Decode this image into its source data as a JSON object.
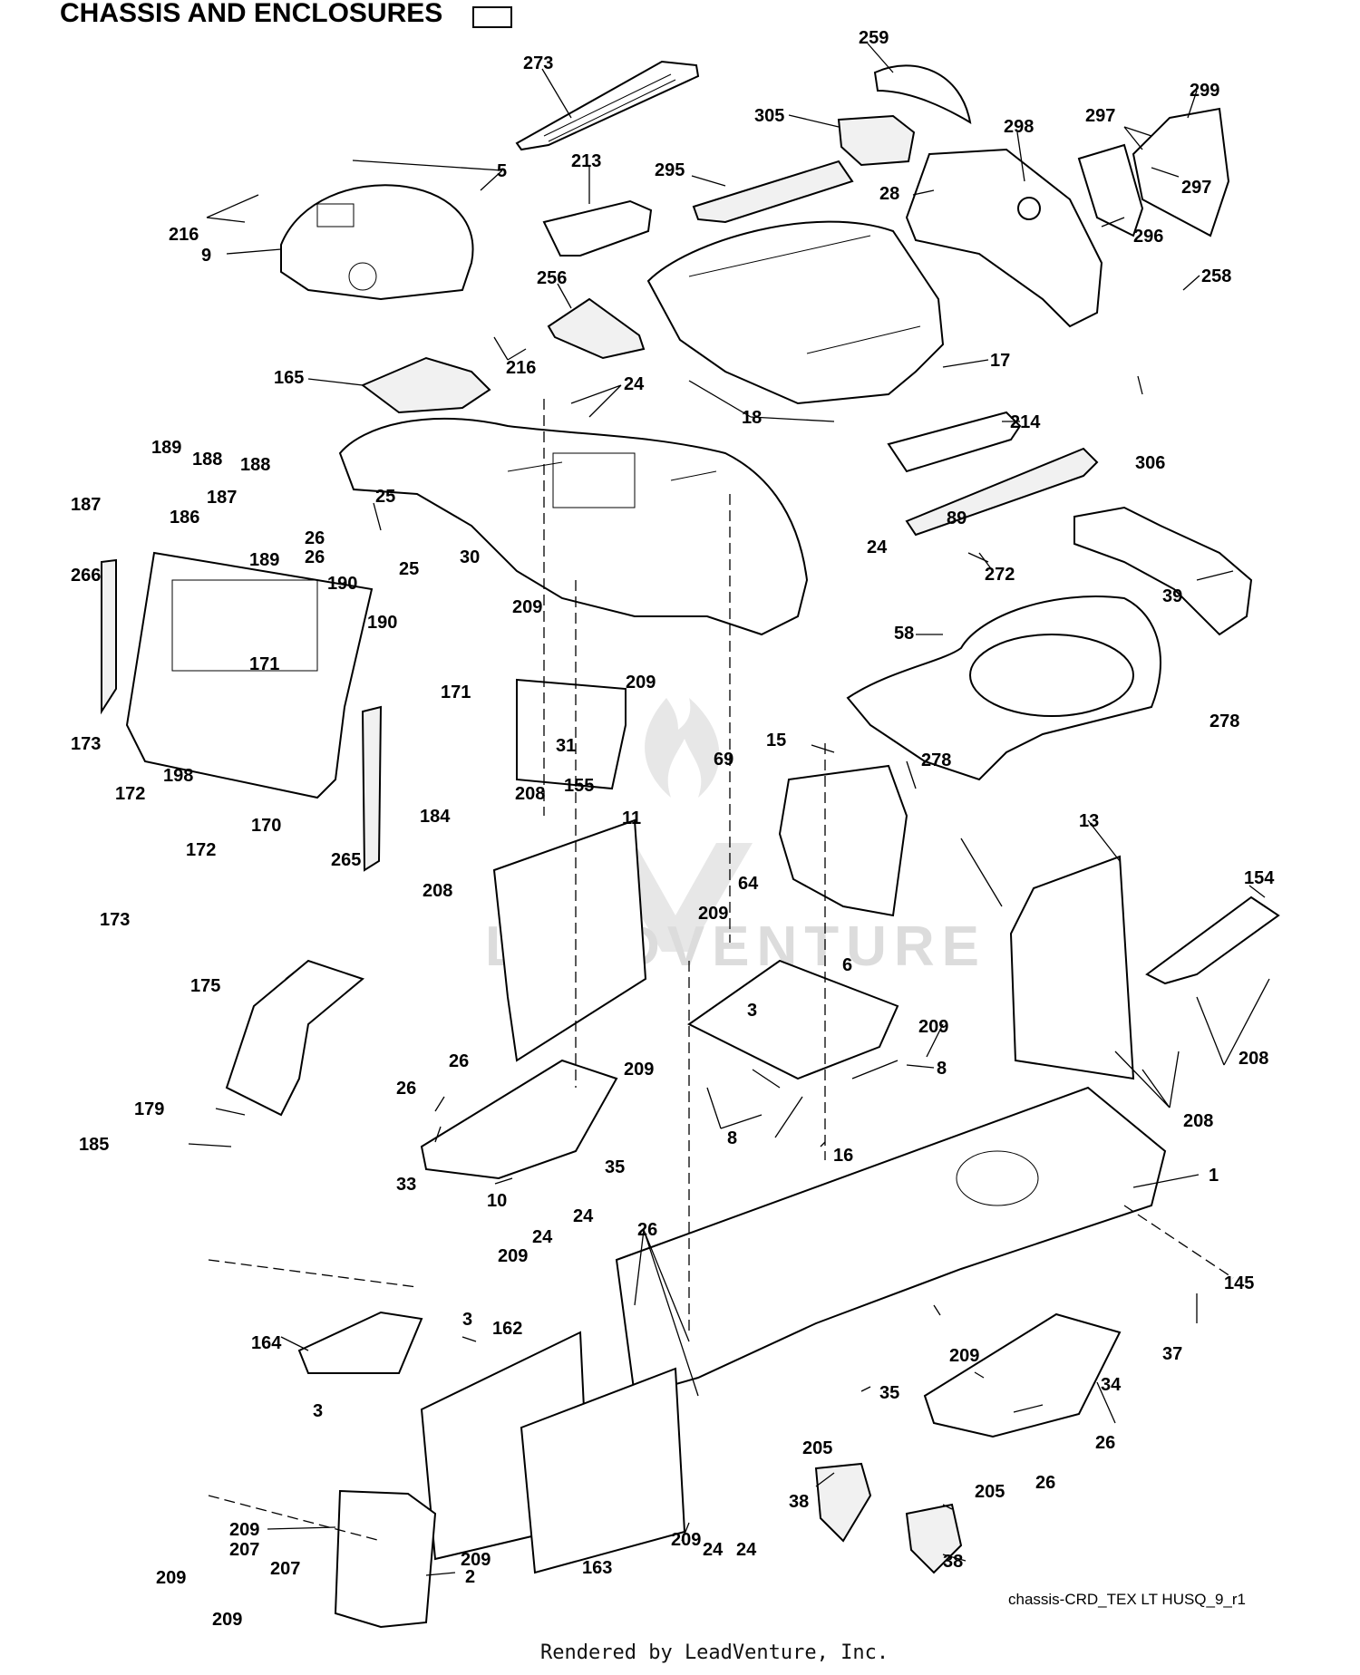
{
  "diagram": {
    "title_partial": "CHASSIS AND ENCLOSURES",
    "source_ref": "chassis-CRD_TEX LT HUSQ_9_r1",
    "footer": "Rendered by LeadVenture, Inc.",
    "watermark": "LEADVENTURE",
    "callouts": [
      "273",
      "259",
      "305",
      "299",
      "297",
      "297",
      "5",
      "213",
      "295",
      "298",
      "28",
      "296",
      "216",
      "9",
      "256",
      "258",
      "216",
      "17",
      "165",
      "24",
      "18",
      "306",
      "214",
      "189",
      "188",
      "188",
      "187",
      "187",
      "186",
      "189",
      "25",
      "26",
      "26",
      "25",
      "30",
      "89",
      "24",
      "266",
      "190",
      "190",
      "272",
      "39",
      "209",
      "58",
      "171",
      "171",
      "209",
      "69",
      "31",
      "278",
      "173",
      "198",
      "172",
      "172",
      "170",
      "265",
      "184",
      "173",
      "15",
      "278",
      "208",
      "155",
      "11",
      "64",
      "13",
      "154",
      "208",
      "209",
      "6",
      "3",
      "209",
      "8",
      "8",
      "208",
      "208",
      "175",
      "26",
      "26",
      "209",
      "179",
      "185",
      "35",
      "33",
      "10",
      "16",
      "1",
      "24",
      "24",
      "26",
      "209",
      "145",
      "164",
      "3",
      "162",
      "209",
      "37",
      "34",
      "3",
      "35",
      "26",
      "26",
      "205",
      "205",
      "38",
      "38",
      "209",
      "207",
      "207",
      "209",
      "209",
      "2",
      "163",
      "209",
      "24",
      "24",
      "209"
    ]
  }
}
